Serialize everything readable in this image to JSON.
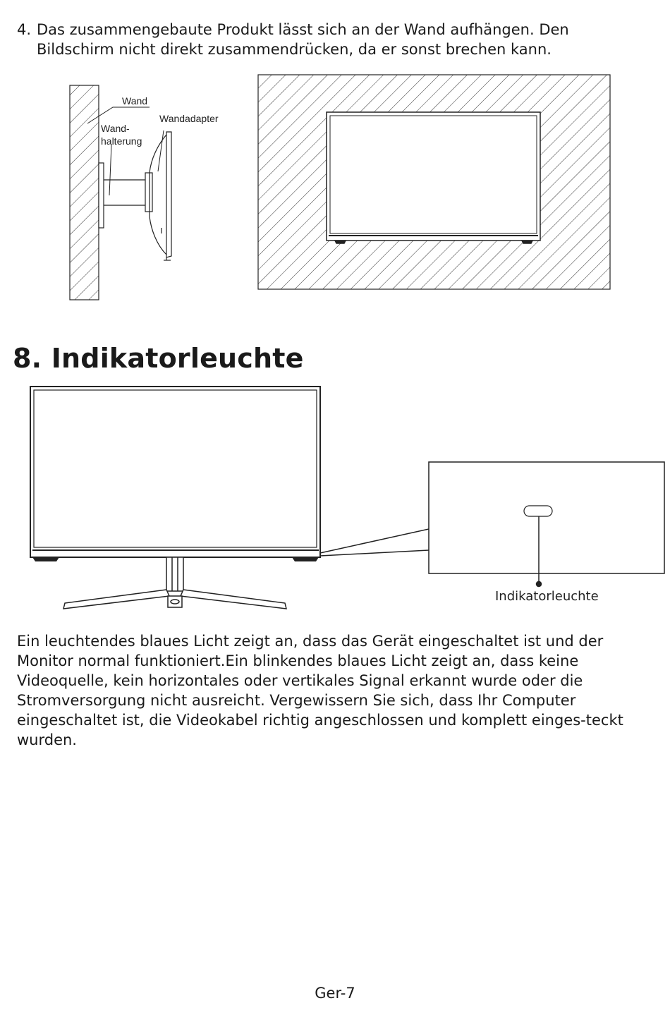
{
  "step4": {
    "number": "4.",
    "text": "Das zusammengebaute Produkt lässt sich an der Wand aufhängen. Den Bildschirm nicht direkt zusammendrücken, da er sonst brechen kann."
  },
  "wall_diagram": {
    "label_wall": "Wand",
    "label_adapter": "Wandadapter",
    "label_bracket_line1": "Wand-",
    "label_bracket_line2": "halterung"
  },
  "section": {
    "heading": "8. Indikatorleuchte"
  },
  "indicator_diagram": {
    "label_indicator": "Indikatorleuchte"
  },
  "body_text": "Ein leuchtendes blaues Licht zeigt an, dass das Gerät eingeschaltet ist und der Monitor normal funktioniert.Ein blinkendes blaues Licht zeigt an, dass keine Videoquelle, kein horizontales oder vertikales Signal erkannt wurde oder die Stromversorgung nicht ausreicht.  Vergewissern Sie sich, dass Ihr Computer eingeschaltet ist, die Videokabel richtig angeschlossen und komplett einges-teckt wurden.",
  "page_number": "Ger-7"
}
